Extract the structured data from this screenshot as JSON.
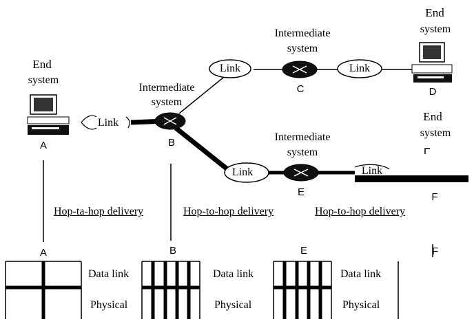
{
  "systems": {
    "end_left": {
      "title": "End",
      "sub": "system",
      "id": "A"
    },
    "inter_B": {
      "title": "Intermediate",
      "sub": "system",
      "id": "B"
    },
    "inter_C": {
      "title": "Intermediate",
      "sub": "system",
      "id": "C"
    },
    "end_D": {
      "title": "End",
      "sub": "system",
      "id": "D"
    },
    "inter_E": {
      "title": "Intermediate",
      "sub": "system",
      "id": "E"
    },
    "end_F": {
      "title": "End",
      "sub": "system",
      "id": "F"
    }
  },
  "links": {
    "a_b": "Link",
    "b_c": "Link",
    "c_d": "Link",
    "b_e": "Link",
    "e_f": "Link"
  },
  "hops": [
    "Hop-ta-hop delivery",
    "Hop-to-hop delivery",
    "Hop-to-hop delivery"
  ],
  "stacks": [
    {
      "node": "A",
      "layers": [
        "Data link",
        "Physical"
      ]
    },
    {
      "node": "B",
      "layers": [
        "Data link",
        "Physical"
      ]
    },
    {
      "node": "E",
      "layers": [
        "Data link",
        "Physical"
      ]
    },
    {
      "node": "F",
      "layers": []
    }
  ]
}
